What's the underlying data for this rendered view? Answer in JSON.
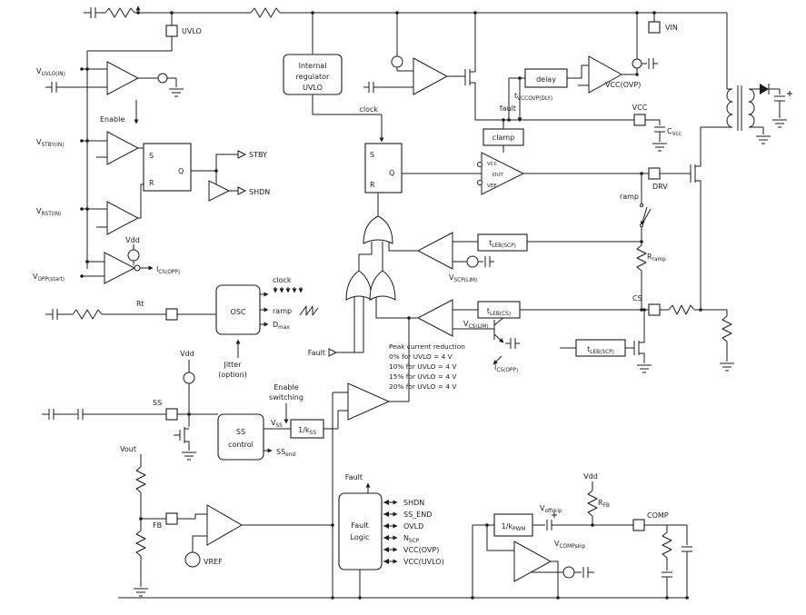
{
  "colors": {
    "ink": "#1b1b1b",
    "bg": "#ffffff"
  },
  "pins": {
    "uvlo": "UVLO",
    "vin": "VIN",
    "vcc": "VCC",
    "drv": "DRV",
    "cs": "CS",
    "rt": "Rt",
    "ss": "SS",
    "f b": "FB",
    "fb": "FB",
    "comp": "COMP"
  },
  "latch": {
    "s": "S",
    "q": "Q",
    "r": "R"
  },
  "blocks": {
    "regulator": [
      "Internal",
      "regulator",
      "UVLO"
    ],
    "delay": "delay",
    "clamp": "clamp",
    "osc": "OSC",
    "ss_control": [
      "SS",
      "control"
    ],
    "fault_logic": [
      "Fault",
      "Logic"
    ],
    "driver": {
      "vcc": "VCC",
      "out": "OUT",
      "vee": "VEE"
    },
    "kss": {
      "p": "1/k",
      "s": "SS"
    },
    "kpwm": {
      "p": "1/k",
      "s": "PWM"
    },
    "tlebscp": {
      "p": "t",
      "s": "LEB(SCP)"
    },
    "tlebcs": {
      "p": "t",
      "s": "LEB(CS)"
    }
  },
  "labels": {
    "vuvlo": {
      "p": "V",
      "s": "UVLO(IN)"
    },
    "vstby": {
      "p": "V",
      "s": "STBY(IN)"
    },
    "vrst": {
      "p": "V",
      "s": "RST(IN)"
    },
    "vopp": {
      "p": "V",
      "s": "OPP(start)"
    },
    "enable": "Enable",
    "stby": "STBY",
    "shdn": "SHDN",
    "vdd": "Vdd",
    "icsopp": {
      "p": "I",
      "s": "CS(OPP)"
    },
    "clock": "clock",
    "fault": "fault",
    "fault_cap": "Fault",
    "tvccovp": {
      "p": "t",
      "s": "VCCOVP(DLY)"
    },
    "vccovp": "VCC(OVP)",
    "cvcc": {
      "p": "C",
      "s": "Vcc"
    },
    "ramp": "ramp",
    "vscplim": {
      "p": "V",
      "s": "SCP(LIM)"
    },
    "vcslim": {
      "p": "V",
      "s": "CS(LIM)"
    },
    "rramp": {
      "p": "R",
      "s": "ramp"
    },
    "dmax": {
      "p": "D",
      "s": "max"
    },
    "jitter": [
      "Jitter",
      "(option)"
    ],
    "peak": [
      "Peak current reduction",
      "0% for UVLO = 4 V",
      "10% for UVLO = 4 V",
      "15% for UVLO = 4 V",
      "20% for UVLO = 4 V"
    ],
    "enable_switching": [
      "Enable",
      "switching"
    ],
    "vss": {
      "p": "V",
      "s": "SS"
    },
    "ssend": {
      "p": "SS",
      "s": "end"
    },
    "vout": "Vout",
    "vref": "VREF",
    "fl": {
      "shdn": "SHDN",
      "ss_end": "SS_END",
      "ovld": "OVLD",
      "nscp": {
        "p": "N",
        "s": "SCP"
      },
      "vccovp": "VCC(OVP)",
      "vccuvlo": "VCC(UVLO)"
    },
    "voffskip": {
      "p": "V",
      "s": "offskip"
    },
    "vcompskip": {
      "p": "V",
      "s": "COMPskip"
    },
    "rfb": {
      "p": "R",
      "s": "FB"
    }
  }
}
